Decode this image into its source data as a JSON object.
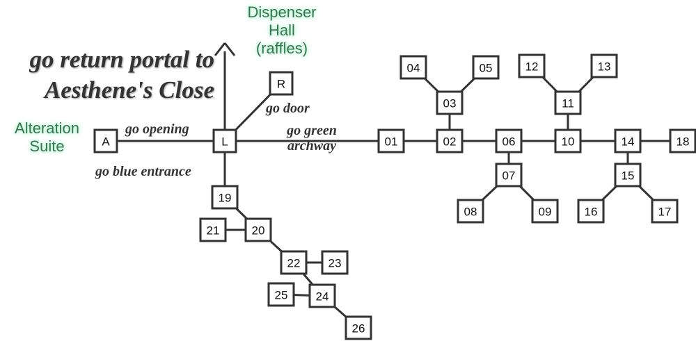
{
  "title": {
    "line1": "go return portal to",
    "line2": "Aesthene's Close"
  },
  "places": {
    "dispenser_line1": "Dispenser",
    "dispenser_line2": "Hall",
    "dispenser_line3": "(raffles)",
    "alteration_line1": "Alteration",
    "alteration_line2": "Suite"
  },
  "commands": {
    "opening": "go opening",
    "door": "go door",
    "green_line1": "go green",
    "green_line2": "archway",
    "blue": "go blue entrance"
  },
  "nodes": [
    "A",
    "L",
    "R",
    "01",
    "02",
    "03",
    "04",
    "05",
    "06",
    "07",
    "08",
    "09",
    "10",
    "11",
    "12",
    "13",
    "14",
    "15",
    "16",
    "17",
    "18",
    "19",
    "20",
    "21",
    "22",
    "23",
    "24",
    "25",
    "26"
  ],
  "edges": [
    [
      "A",
      "L"
    ],
    [
      "L",
      "R"
    ],
    [
      "L",
      "01"
    ],
    [
      "L",
      "19"
    ],
    [
      "01",
      "02"
    ],
    [
      "02",
      "03"
    ],
    [
      "03",
      "04"
    ],
    [
      "03",
      "05"
    ],
    [
      "02",
      "06"
    ],
    [
      "06",
      "07"
    ],
    [
      "07",
      "08"
    ],
    [
      "07",
      "09"
    ],
    [
      "06",
      "10"
    ],
    [
      "10",
      "11"
    ],
    [
      "11",
      "12"
    ],
    [
      "11",
      "13"
    ],
    [
      "10",
      "14"
    ],
    [
      "14",
      "15"
    ],
    [
      "15",
      "16"
    ],
    [
      "15",
      "17"
    ],
    [
      "14",
      "18"
    ],
    [
      "19",
      "20"
    ],
    [
      "20",
      "21"
    ],
    [
      "20",
      "22"
    ],
    [
      "22",
      "23"
    ],
    [
      "22",
      "24"
    ],
    [
      "24",
      "25"
    ],
    [
      "24",
      "26"
    ]
  ],
  "colors": {
    "line": "#333333",
    "place": "#2f7a50",
    "glow": "#bff0d2"
  }
}
